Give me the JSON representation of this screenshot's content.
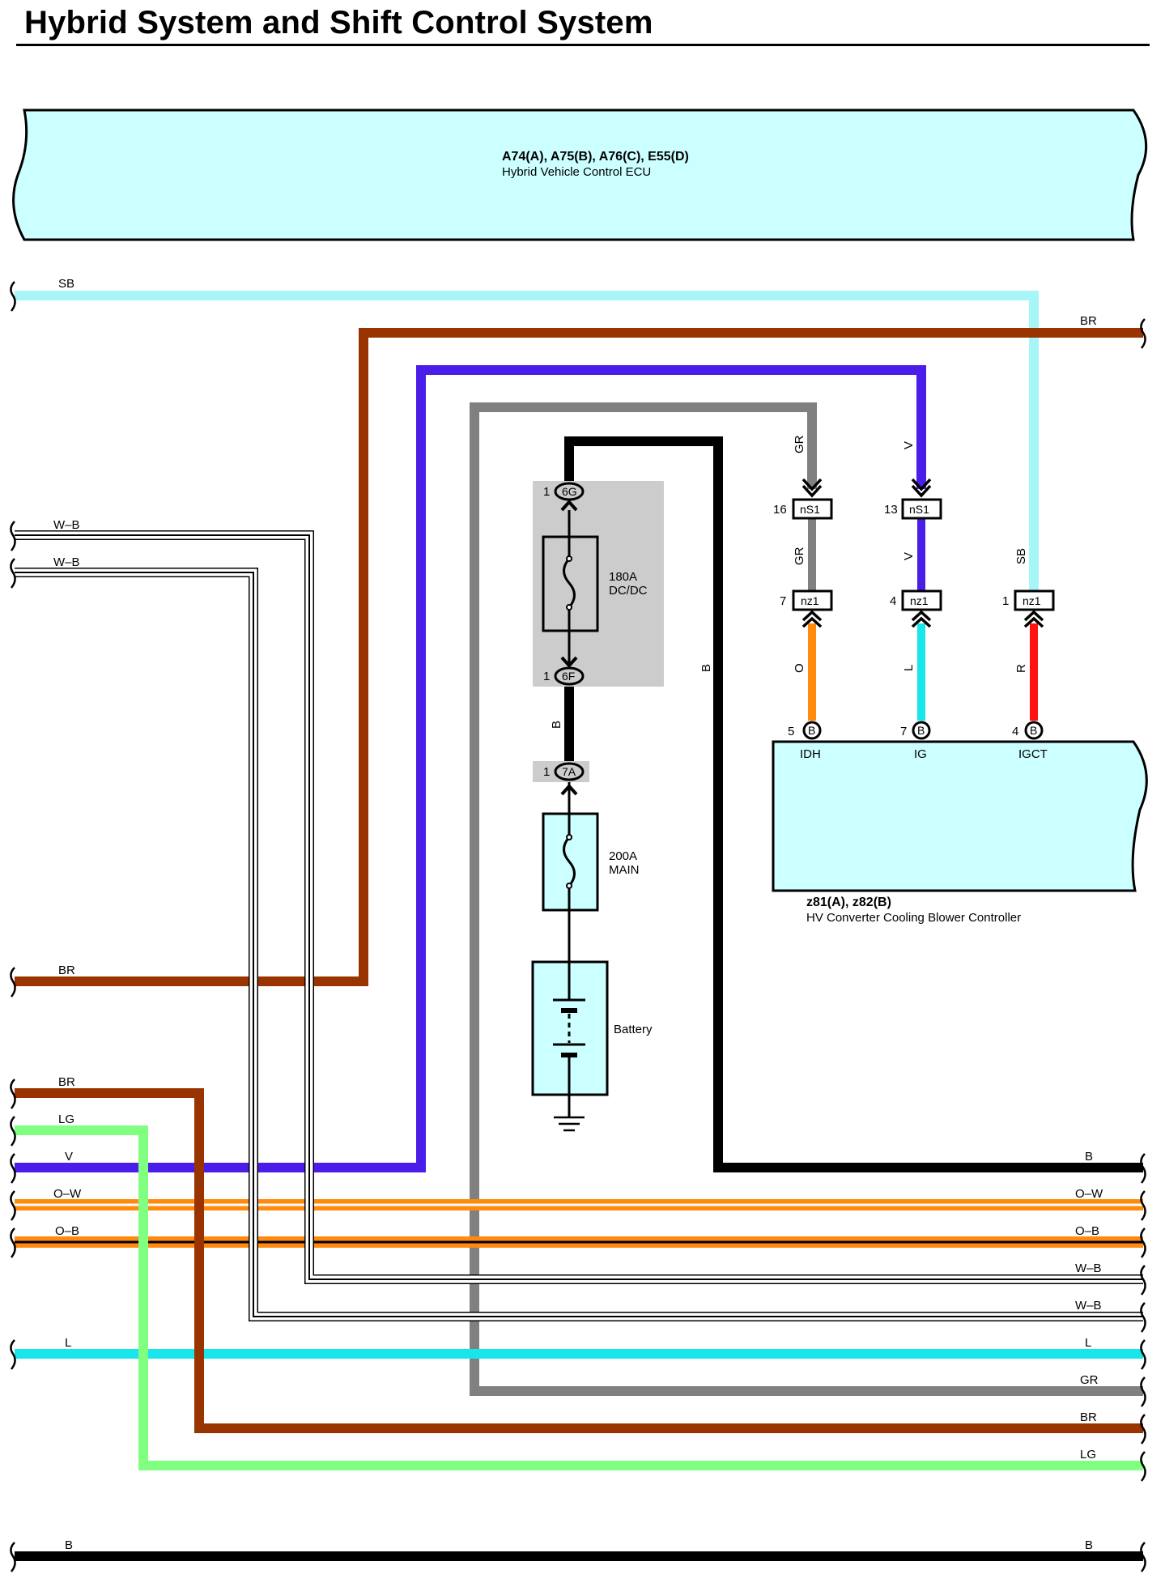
{
  "title": "Hybrid System and Shift Control System",
  "colors": {
    "SB": "#a6f5f7",
    "BR": "#993300",
    "V": "#4a1ee8",
    "GR": "#808080",
    "B": "#000000",
    "O": "#ff8a0d",
    "L": "#19e6eb",
    "R": "#ff1212",
    "LG": "#80ff80",
    "W": "#ffffff",
    "component_fill": "#ccffff",
    "fuse_block_fill": "#cccccc"
  },
  "ecu": {
    "id": "A74(A), A75(B), A76(C), E55(D)",
    "name": "Hybrid Vehicle Control ECU"
  },
  "controller": {
    "id": "z81(A), z82(B)",
    "name": "HV Converter Cooling Blower Controller",
    "pins": [
      {
        "num": "5",
        "conn": "B",
        "name": "IDH"
      },
      {
        "num": "7",
        "conn": "B",
        "name": "IG"
      },
      {
        "num": "4",
        "conn": "B",
        "name": "IGCT"
      }
    ]
  },
  "fuses": [
    {
      "rating": "180A",
      "name": "DC/DC"
    },
    {
      "rating": "200A",
      "name": "MAIN"
    }
  ],
  "battery_label": "Battery",
  "connectors": {
    "c6G": {
      "pin": "1",
      "code": "6G"
    },
    "c6F": {
      "pin": "1",
      "code": "6F"
    },
    "c7A": {
      "pin": "1",
      "code": "7A"
    },
    "nS1_gr": {
      "pin": "16",
      "code": "nS1"
    },
    "nS1_v": {
      "pin": "13",
      "code": "nS1"
    },
    "nz1_o": {
      "pin": "7",
      "code": "nz1"
    },
    "nz1_l": {
      "pin": "4",
      "code": "nz1"
    },
    "nz1_r": {
      "pin": "1",
      "code": "nz1"
    }
  },
  "wire_labels": {
    "left": {
      "sb": "SB",
      "wb1": "W–B",
      "wb2": "W–B",
      "br1": "BR",
      "br2": "BR",
      "lg": "LG",
      "v": "V",
      "ow": "O–W",
      "ob": "O–B",
      "l": "L",
      "b": "B"
    },
    "right": {
      "br": "BR",
      "b": "B",
      "ow": "O–W",
      "ob": "O–B",
      "wb1": "W–B",
      "wb2": "W–B",
      "l": "L",
      "gr": "GR",
      "br2": "BR",
      "lg": "LG",
      "b2": "B"
    },
    "vertical": {
      "gr_upper": "GR",
      "v_upper": "V",
      "gr_lower": "GR",
      "v_lower": "V",
      "sb": "SB",
      "o": "O",
      "l": "L",
      "r": "R",
      "b_fuse": "B",
      "b_right": "B"
    }
  }
}
